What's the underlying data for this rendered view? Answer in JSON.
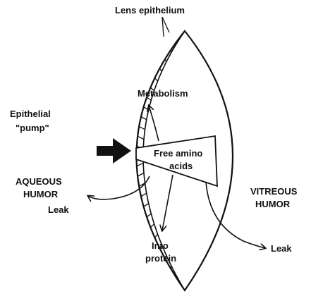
{
  "labels": {
    "lens_epithelium": "Lens epithelium",
    "metabolism": "Metabolism",
    "epithelial_pump_line1": "Epithelial",
    "epithelial_pump_line2": "\"pump\"",
    "free_amino_line1": "Free amino",
    "free_amino_line2": "acids",
    "aqueous_line1": "AQUEOUS",
    "aqueous_line2": "HUMOR",
    "leak_left": "Leak",
    "vitreous_line1": "VITREOUS",
    "vitreous_line2": "HUMOR",
    "into_protein_line1": "Into",
    "into_protein_line2": "protein",
    "leak_right": "Leak"
  },
  "colors": {
    "ink": "#111111",
    "background": "#ffffff"
  }
}
